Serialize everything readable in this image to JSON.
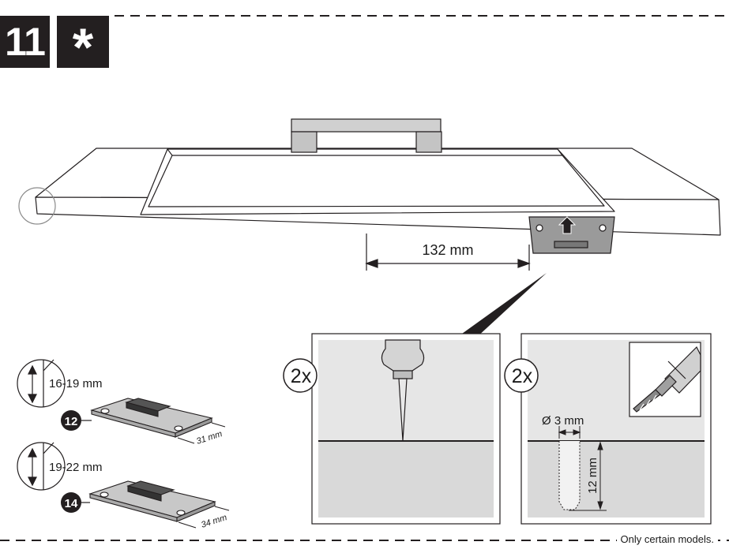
{
  "step": {
    "number": "11",
    "symbol": "*"
  },
  "main": {
    "dimension_label": "132 mm"
  },
  "left": {
    "top": {
      "thickness_label": "16-19 mm",
      "part_number": "12",
      "width_label": "31 mm"
    },
    "bottom": {
      "thickness_label": "19-22 mm",
      "part_number": "14",
      "width_label": "34 mm"
    }
  },
  "panels": {
    "mark": {
      "quantity": "2x"
    },
    "drill": {
      "quantity": "2x",
      "diameter_label": "Ø 3 mm",
      "depth_label": "12 mm"
    }
  },
  "footer": {
    "note": "Only certain models."
  },
  "colors": {
    "ink": "#231f20",
    "panel_grey": "#e6e6e6",
    "material_grey": "#d9d9d9",
    "handle_grey": "#cfcfcf",
    "drill_grey": "#9a9a9a"
  }
}
